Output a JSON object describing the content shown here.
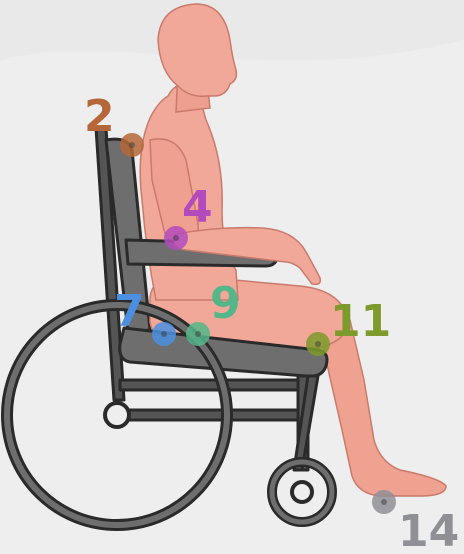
{
  "diagram": {
    "markers": [
      {
        "id": "marker-2",
        "label": "2",
        "color": "#b5673a"
      },
      {
        "id": "marker-4",
        "label": "4",
        "color": "#b44bbd"
      },
      {
        "id": "marker-7",
        "label": "7",
        "color": "#4b8fe0"
      },
      {
        "id": "marker-9",
        "label": "9",
        "color": "#55b68a"
      },
      {
        "id": "marker-11",
        "label": "11",
        "color": "#7d9a2c"
      },
      {
        "id": "marker-14",
        "label": "14",
        "color": "#8f8f96"
      }
    ],
    "colors": {
      "background": "#eeeeee",
      "skin": "#f2a898",
      "skin_shade": "#e08d7e",
      "frame": "#555555",
      "seat": "#6e6e6e",
      "outline": "#2a2a2a"
    }
  }
}
